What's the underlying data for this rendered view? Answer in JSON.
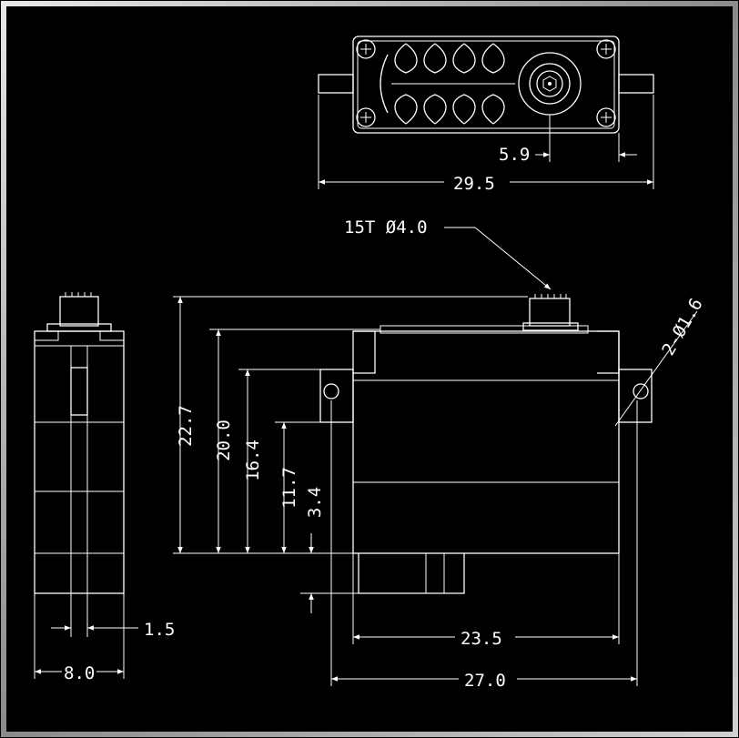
{
  "dimensions": {
    "top_width": "29.5",
    "top_offset": "5.9",
    "spline_label": "15T Ø4.0",
    "hole_label": "2-Ø1.6",
    "height_total": "22.7",
    "height_20": "20.0",
    "height_16": "16.4",
    "height_11": "11.7",
    "height_3": "3.4",
    "side_small": "1.5",
    "side_width": "8.0",
    "body_width": "23.5",
    "flange_width": "27.0"
  },
  "colors": {
    "background": "#000000",
    "lines": "#ffffff",
    "border": "#bfbfbf"
  }
}
